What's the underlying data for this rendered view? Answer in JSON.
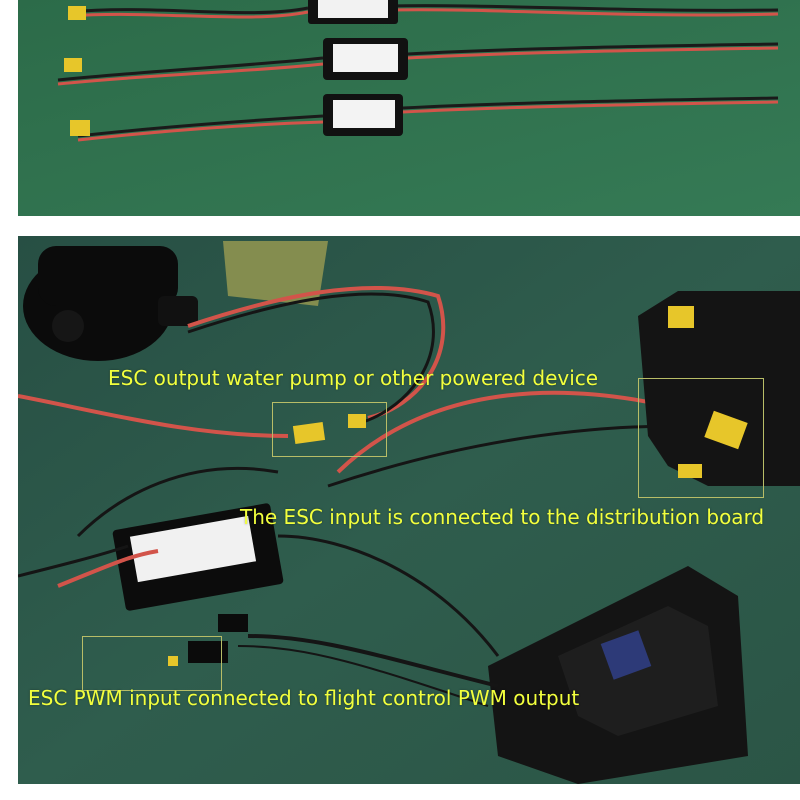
{
  "captions": {
    "pump": "ESC output water pump or other powered device",
    "board": "The ESC input is connected to the distribution board",
    "pwm": "ESC PWM input connected to flight control PWM output"
  },
  "colors": {
    "caption": "#f2ff3d",
    "highlight_box": "#b8bd67",
    "table_top": "#2f6b4a",
    "table_bottom": "#2f5d4d",
    "wire_red": "#d2544a",
    "wire_black": "#1a1a1a",
    "connector": "#e7c62a"
  }
}
